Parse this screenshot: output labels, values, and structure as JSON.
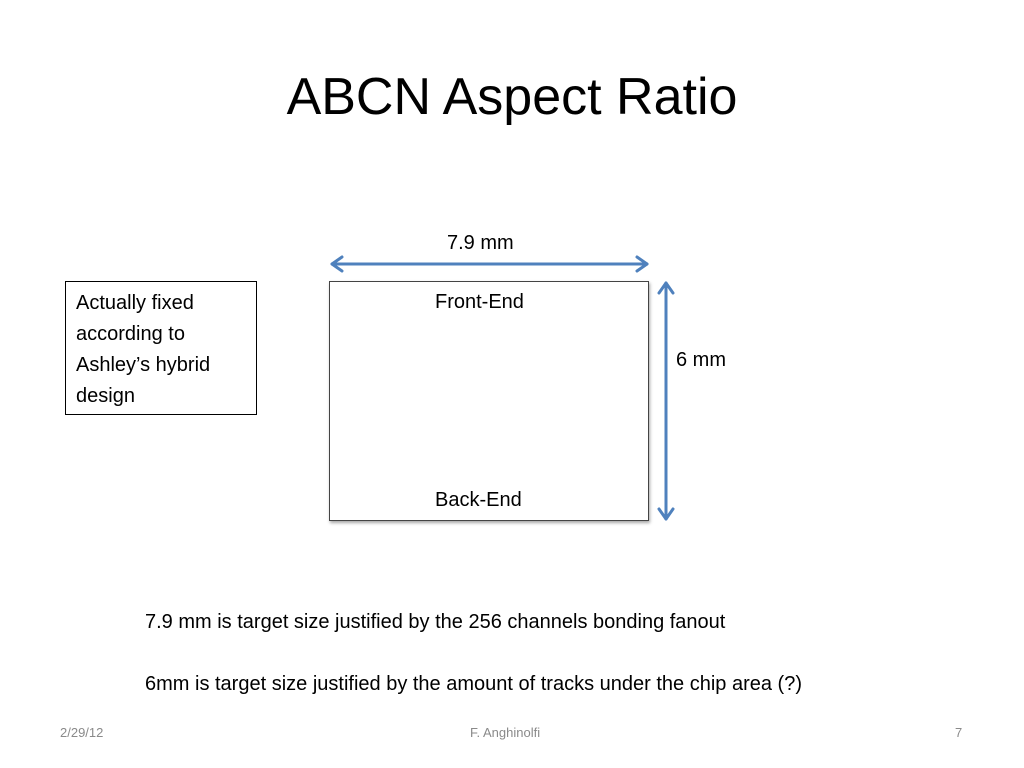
{
  "slide": {
    "title": "ABCN Aspect Ratio",
    "note": "Actually fixed according to Ashley’s hybrid design",
    "diagram": {
      "width_label": "7.9 mm",
      "height_label": "6 mm",
      "front_label": "Front-End",
      "back_label": "Back-End",
      "arrow_color": "#4f81bd"
    },
    "bullets": [
      "7.9 mm is target size justified by the 256 channels bonding fanout",
      "6mm is target size justified by the amount of tracks under the chip area (?)"
    ],
    "footer": {
      "date": "2/29/12",
      "author": "F. Anghinolfi",
      "page": "7"
    }
  }
}
